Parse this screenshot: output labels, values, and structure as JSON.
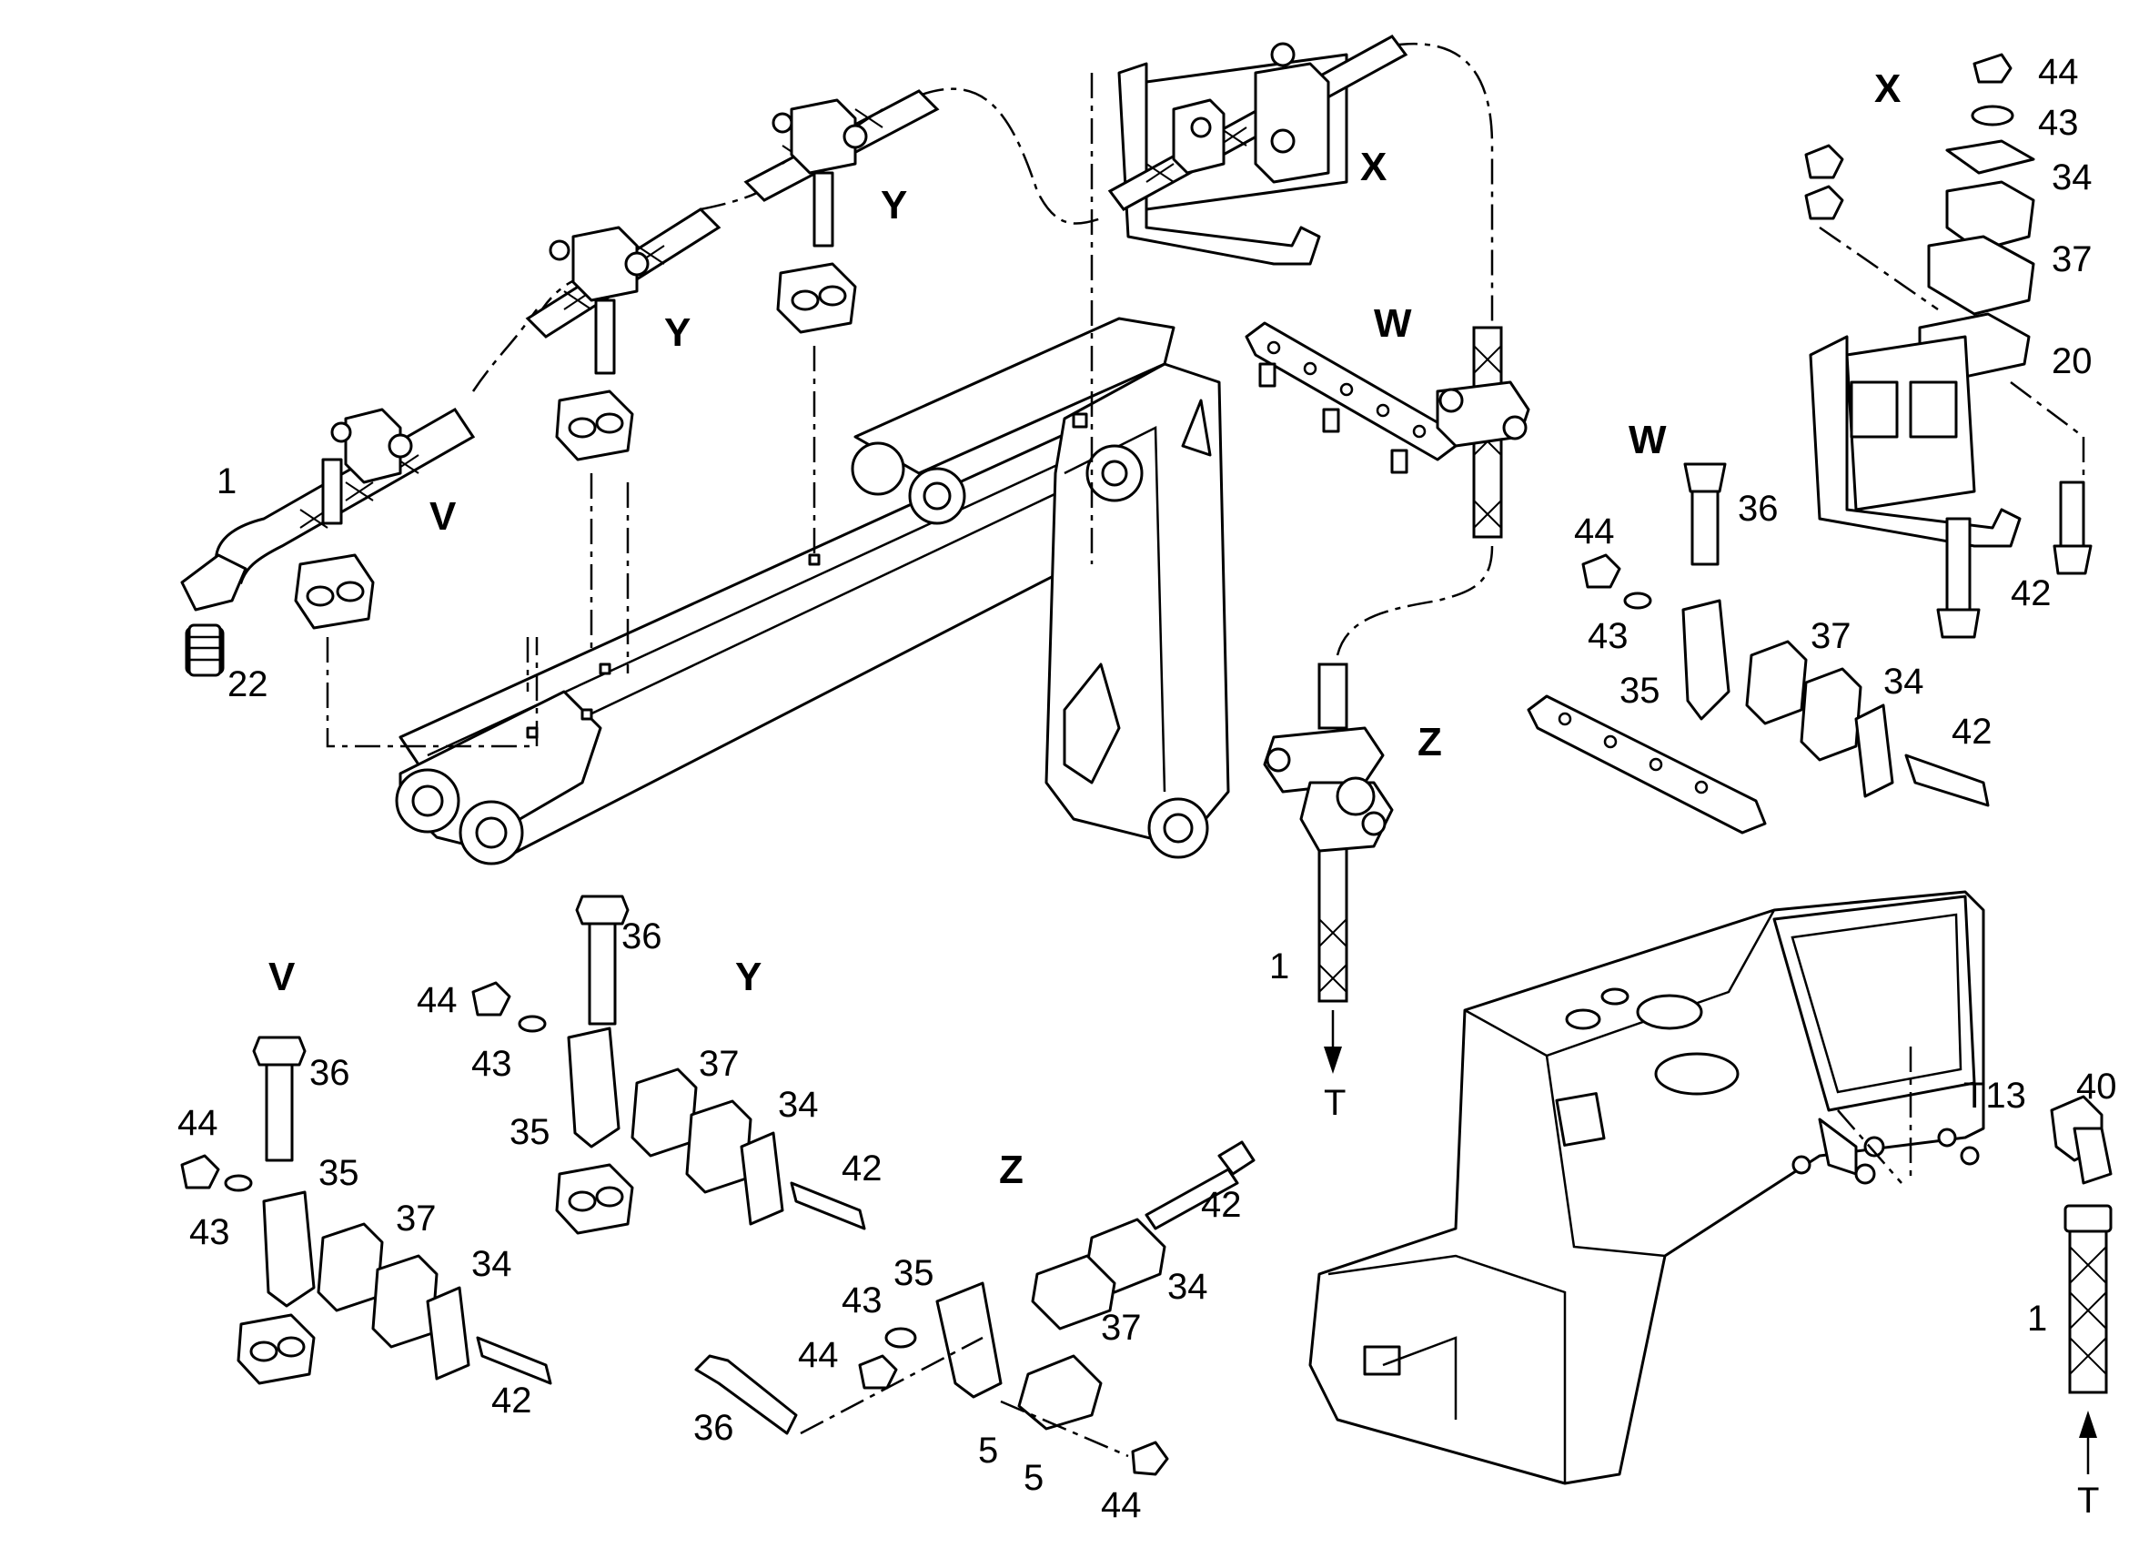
{
  "labels": {
    "sec_X_top": "X",
    "sec_Y_1": "Y",
    "sec_Y_2": "Y",
    "sec_V_1": "V",
    "sec_W_1": "W",
    "sec_Z_1": "Z",
    "sec_X_det": "X",
    "sec_W_det": "W",
    "sec_V_det": "V",
    "sec_Y_det": "Y",
    "sec_Z_det": "Z",
    "n1_a": "1",
    "n22": "22",
    "n1_b": "1",
    "T_a": "T",
    "n44_x": "44",
    "n43_x": "43",
    "n34_x": "34",
    "n37_x": "37",
    "n20_x": "20",
    "n42_x": "42",
    "n36_w": "36",
    "n44_w": "44",
    "n43_w": "43",
    "n35_w": "35",
    "n37_w": "37",
    "n34_w": "34",
    "n42_w": "42",
    "n36_y": "36",
    "n44_y": "44",
    "n43_y": "43",
    "n35_y": "35",
    "n37_y": "37",
    "n34_y": "34",
    "n42_y": "42",
    "n36_v": "36",
    "n44_v": "44",
    "n43_v": "43",
    "n35_v": "35",
    "n37_v": "37",
    "n34_v": "34",
    "n42_v": "42",
    "n42_z": "42",
    "n35_z": "35",
    "n43_z": "43",
    "n44_z": "44",
    "n34_z": "34",
    "n37_z": "37",
    "n36_z": "36",
    "n5_a": "5",
    "n5_b": "5",
    "n44_z2": "44",
    "T13": "T13",
    "n40": "40",
    "n1_c": "1",
    "T_b": "T"
  }
}
